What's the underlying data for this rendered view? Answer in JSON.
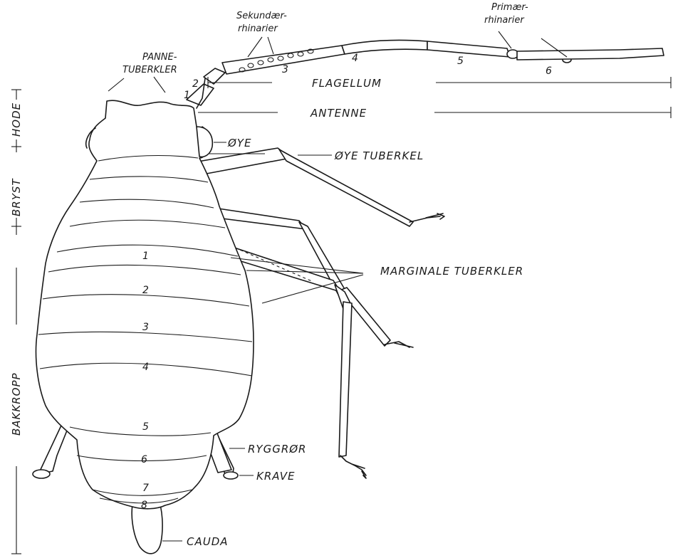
{
  "labels": {
    "sekundaer": [
      "Sekundær-",
      "rhinarier"
    ],
    "primaer": [
      "Primær-",
      "rhinarier"
    ],
    "panne": [
      "PANNE-",
      "TUBERKLER"
    ],
    "flagellum": "FLAGELLUM",
    "antenne": "ANTENNE",
    "oye": "ØYE",
    "oye_tuberkel": "ØYE TUBERKEL",
    "marginale": "MARGINALE TUBERKLER",
    "ryggror": "RYGGRØR",
    "krave": "KRAVE",
    "cauda": "CAUDA"
  },
  "side_labels": {
    "hode": "HODE",
    "bryst": "BRYST",
    "bakkropp": "BAKKROPP"
  },
  "antenna_segments": [
    "1",
    "2",
    "3",
    "4",
    "5",
    "6"
  ],
  "abdomen_segments": [
    "1",
    "2",
    "3",
    "4",
    "5",
    "6",
    "7",
    "8"
  ]
}
